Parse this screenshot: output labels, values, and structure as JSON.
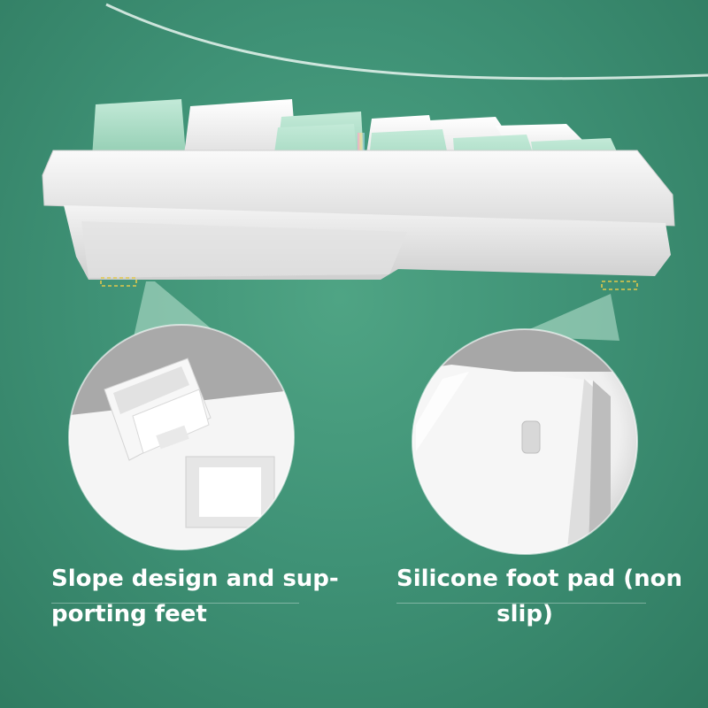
{
  "captions": {
    "left": {
      "line1": "Slope design and sup-",
      "line2": "porting feet"
    },
    "right": {
      "line1": "Silicone foot pad (non",
      "line2": "slip)"
    }
  },
  "colors": {
    "background": "#3f9276",
    "keycap_mint": "#a9dcc4",
    "keycap_white": "#f2f2f2",
    "case_white": "#eeeeee",
    "highlight_dash": "#e2c84a"
  },
  "icons": {
    "left_detail": "support-foot-closeup",
    "right_detail": "silicone-pad-closeup"
  }
}
